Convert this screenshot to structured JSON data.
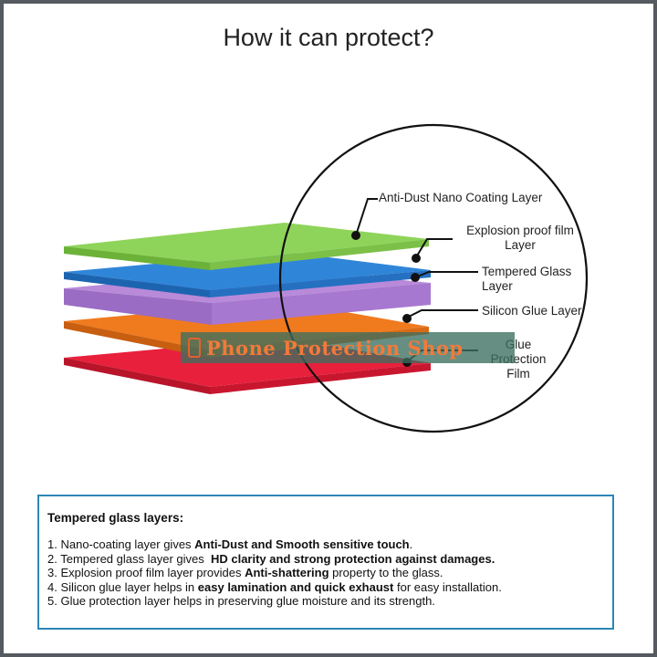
{
  "title": "How it can protect?",
  "callouts": {
    "anti_dust": "Anti-Dust Nano Coating Layer",
    "explosion_1": "Explosion proof film",
    "explosion_2": "Layer",
    "tempered_1": "Tempered Glass",
    "tempered_2": "Layer",
    "silicon": "Silicon Glue Layer",
    "glue_1": "Glue",
    "glue_2": "Protection",
    "glue_3": "Film"
  },
  "watermark": {
    "text": "Phone Protection Shop",
    "icon": "phone-icon"
  },
  "layers": [
    {
      "name": "anti-dust-nano-coating",
      "color": "#8fd45a"
    },
    {
      "name": "tempered-glass",
      "color": "#2f86d9"
    },
    {
      "name": "explosion-proof-film",
      "color": "#b88ad9"
    },
    {
      "name": "silicon-glue",
      "color": "#f07a1e"
    },
    {
      "name": "glue-protection-film",
      "color": "#e8203c"
    }
  ],
  "info": {
    "heading": "Tempered glass layers:",
    "items": [
      {
        "n": "1. ",
        "a": "Nano-coating layer gives ",
        "b": "Anti-Dust and Smooth sensitive touch",
        "c": "."
      },
      {
        "n": "2. ",
        "a": "Tempered glass layer gives  ",
        "b": "HD clarity and strong protection against damages.",
        "c": ""
      },
      {
        "n": "3. ",
        "a": "Explosion proof film layer provides ",
        "b": "Anti-shattering",
        "c": " property to the glass."
      },
      {
        "n": "4. ",
        "a": "Silicon glue layer helps in ",
        "b": "easy lamination and quick exhaust",
        "c": " for easy installation."
      },
      {
        "n": "5. ",
        "a": "Glue protection layer helps in preserving glue moisture and its strength.",
        "b": "",
        "c": ""
      }
    ]
  }
}
